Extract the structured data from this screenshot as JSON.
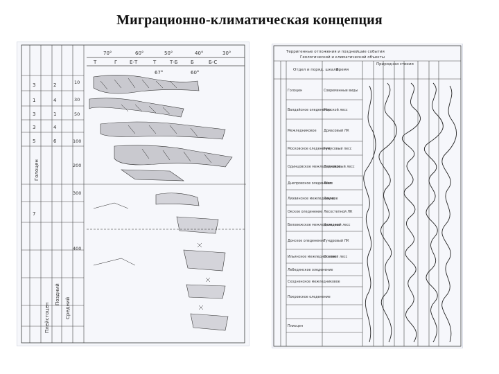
{
  "slide": {
    "title": "Миграционно-климатическая концепция"
  },
  "left_figure": {
    "degree_labels": [
      "70°",
      "60°",
      "50°",
      "40°",
      "30°"
    ],
    "lat_labels": [
      "67°",
      "60°"
    ],
    "zone_codes": [
      "Т",
      "Г",
      "Е-Т",
      "Т",
      "Т-Б",
      "Б",
      "Б-С"
    ],
    "row_codes": [
      "3",
      "2",
      "1",
      "4",
      "3",
      "1",
      "3",
      "4",
      "5",
      "6",
      "7"
    ],
    "rotated_labels": [
      "Голоцен",
      "Плейстоцен",
      "Поздний",
      "Средний"
    ],
    "age_ticks": [
      "10",
      "30",
      "50",
      "100",
      "200",
      "300",
      "400"
    ]
  },
  "right_figure": {
    "header_lines": [
      "Терригенные отложения и позднейшие события",
      "Геологический и климатический объекты"
    ],
    "column_headers": [
      "Отдел и поряд. шкала",
      "Время",
      "Природная стихия"
    ],
    "rows": [
      {
        "left": "Голоцен",
        "right": "Современные виды"
      },
      {
        "left": "Валдайское оледенение",
        "right": "Морской лесс"
      },
      {
        "left": "Межледниковое",
        "right": "Дриасовый ЛК"
      },
      {
        "left": "Московское оледенение",
        "right": "Гумусовый лесс"
      },
      {
        "left": "Одинцовское межледниковое",
        "right": "Ледниковый лесс"
      },
      {
        "left": "Днепровское оледенение",
        "right": "Лёсс"
      },
      {
        "left": "Лихвинское межледниковое",
        "right": "Фауна"
      },
      {
        "left": "Окское оледенение",
        "right": "Лесостепной ЛК"
      },
      {
        "left": "Беловежское межледниковое",
        "right": "Холодный лесс"
      },
      {
        "left": "Донское оледенение",
        "right": "Тундровый ЛК"
      },
      {
        "left": "Ильинское межледниковое",
        "right": "Степной лесс"
      },
      {
        "left": "Лебединское оледенение",
        "right": ""
      },
      {
        "left": "Сходненское межледниковое",
        "right": ""
      },
      {
        "left": "Покровское оледенение",
        "right": ""
      },
      {
        "left": "Плиоцен",
        "right": ""
      }
    ]
  }
}
